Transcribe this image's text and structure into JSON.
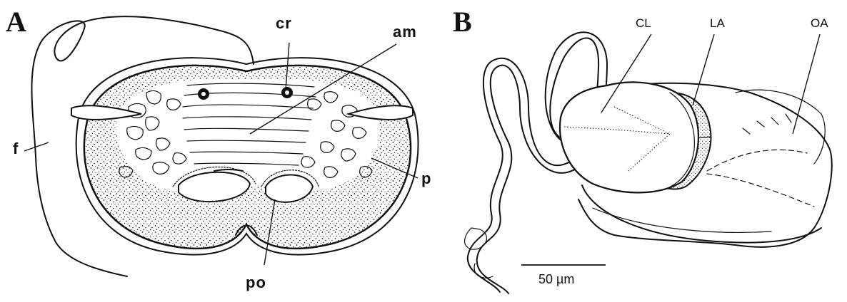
{
  "panels": {
    "a": {
      "letter": "A",
      "labels": {
        "cr": "cr",
        "am": "am",
        "f": "f",
        "p": "p",
        "po": "po"
      }
    },
    "b": {
      "letter": "B",
      "labels": {
        "cl": "CL",
        "la": "LA",
        "oa": "OA"
      },
      "scale_bar": "50 µm"
    }
  }
}
